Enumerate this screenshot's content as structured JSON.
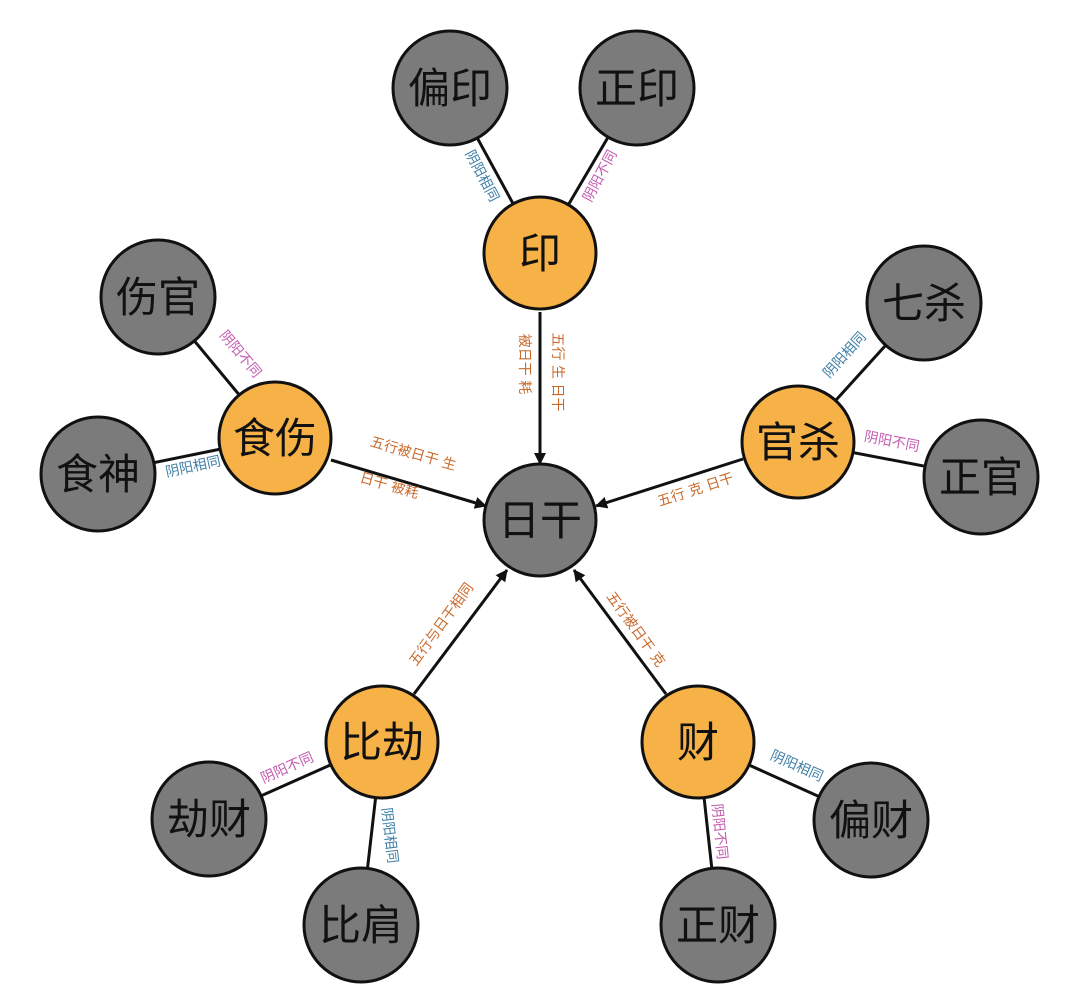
{
  "colors": {
    "gray_node": "#7b7b7b",
    "orange_node": "#f6b147",
    "outline": "#111111",
    "edge_label_orange": "#c96a2c",
    "yinyang_same": "#3f7fa6",
    "yinyang_diff": "#c45ab0"
  },
  "nodes": {
    "center": "日干",
    "yin": "印",
    "shishang": "食伤",
    "guansha": "官杀",
    "bijie": "比劫",
    "cai": "财",
    "pianyin": "偏印",
    "zhengyin": "正印",
    "shangguan": "伤官",
    "shishen": "食神",
    "qisha": "七杀",
    "zhengguan": "正官",
    "jiecai": "劫财",
    "bijian": "比肩",
    "piancai": "偏财",
    "zhengcai": "正财"
  },
  "edge_labels": {
    "yin_main_a": "五行 生 日干",
    "yin_main_b": "被日干 耗",
    "shishang_main_a": "五行被日干 生",
    "shishang_main_b": "日干 被耗",
    "guansha_main": "五行 克 日干",
    "bijie_main": "五行与日干相同",
    "cai_main": "五行被日干 克",
    "pianyin": "阴阳相同",
    "zhengyin": "阴阳不同",
    "shangguan": "阴阳不同",
    "shishen": "阴阳相同",
    "qisha": "阴阳相同",
    "zhengguan": "阴阳不同",
    "jiecai": "阴阳不同",
    "bijian": "阴阳相同",
    "piancai": "阴阳相同",
    "zhengcai": "阴阳不同"
  }
}
